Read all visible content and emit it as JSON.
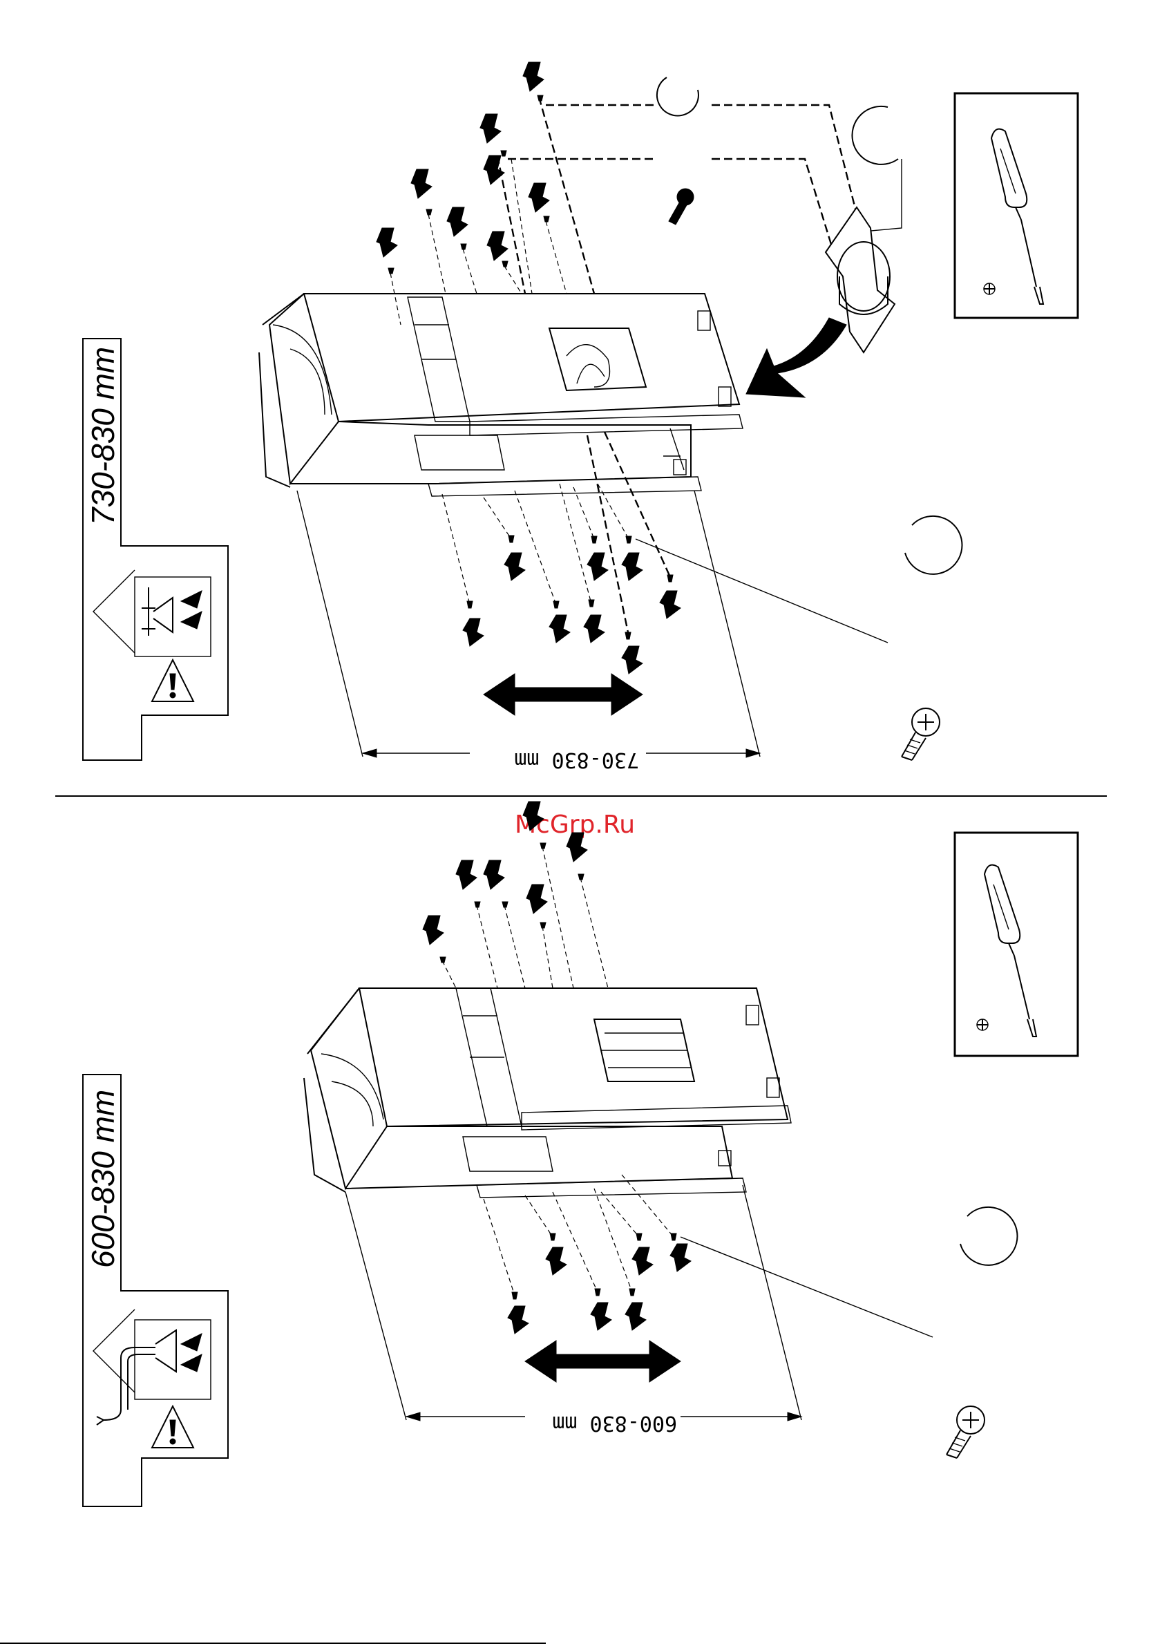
{
  "top_panel": {
    "range_label": "730-830 mm",
    "dimension_label": "730-830 mm"
  },
  "bottom_panel": {
    "range_label": "600-830 mm",
    "dimension_label": "600-830 mm"
  },
  "watermark": "McGrp.Ru",
  "icons": [
    "screwdriver-icon",
    "screw-icon",
    "warning-icon",
    "double-arrow-icon",
    "push-arrow-icon"
  ],
  "colors": {
    "ink": "#000000",
    "watermark": "#e0242a"
  }
}
